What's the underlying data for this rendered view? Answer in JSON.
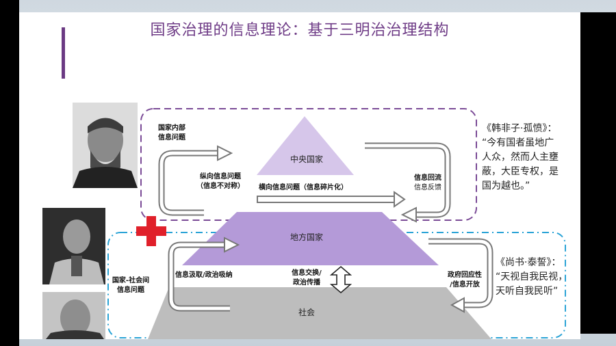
{
  "slide": {
    "title": "国家治理的信息理论：基于三明治治理结构"
  },
  "pyramid": {
    "top": "中央国家",
    "middle": "地方国家",
    "bottom": "社会"
  },
  "labels": {
    "internal_problem": [
      "国家内部",
      "信息问题"
    ],
    "vertical_problem": [
      "纵向信息问题",
      "（信息不对称）"
    ],
    "horizontal_problem": "横向信息问题（信息碎片化）",
    "info_return": [
      "信息回流",
      "信息反馈"
    ],
    "state_society_problem": [
      "国家-社会间",
      "信息问题"
    ],
    "info_absorb": "信息汲取/政治吸纳",
    "info_exchange": [
      "信息交换/",
      "政治传播"
    ],
    "gov_response": [
      "政府回应性",
      "/信息开放"
    ]
  },
  "quotes": {
    "hanfeizi": [
      "《韩非子·孤愤》：",
      "“今有国者虽地广",
      "人众，然而人主壅",
      "蔽，大臣专权，是",
      "国为越也。”"
    ],
    "shangshu": [
      "《尚书·泰誓》：",
      "“天视自我民视，",
      "天听自我民听”"
    ]
  },
  "colors": {
    "title": "#6e3b86",
    "pyramid_top": "#d6c6ea",
    "pyramid_middle": "#b49ad8",
    "pyramid_bottom": "#bdbdbd",
    "dash_top": "#7a4a96",
    "dash_bottom": "#2aa3d6",
    "cross": "#e0202a"
  },
  "icons": {
    "cross": "red-cross-icon",
    "double_arrow": "double-arrow-icon"
  }
}
